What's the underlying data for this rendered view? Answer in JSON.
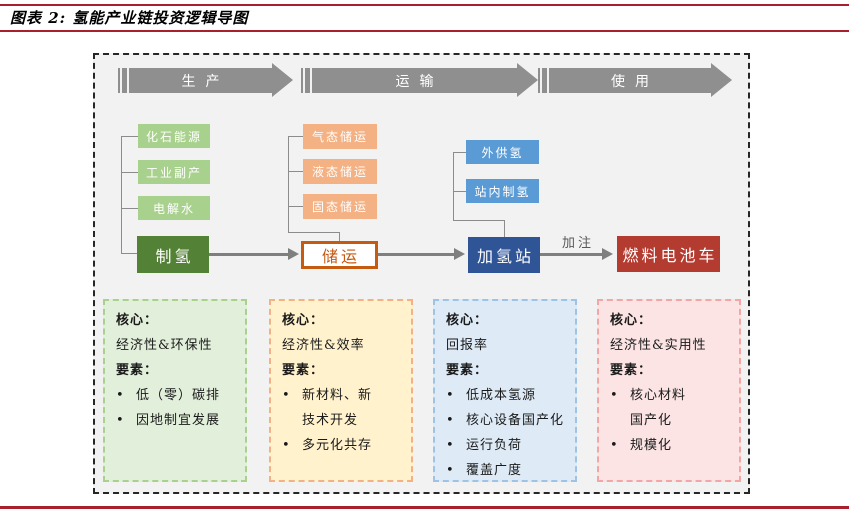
{
  "title": "图表 2: 氢能产业链投资逻辑导图",
  "bullet_marker": "•",
  "colors": {
    "rule_red": "#a9202d",
    "stage_gray": "#8f8f8f",
    "light_green": "#a9d18e",
    "dark_green": "#538135",
    "light_orange": "#f4b183",
    "orange": "#c55a11",
    "light_blue": "#5b9bd5",
    "dark_blue": "#2f5597",
    "brick_red": "#b43b30",
    "canvas_bg": "#f2f2f2"
  },
  "stages": [
    {
      "label": "生产"
    },
    {
      "label": "运输"
    },
    {
      "label": "使用"
    }
  ],
  "production": {
    "sources": [
      "化石能源",
      "工业副产",
      "电解水"
    ],
    "node": "制氢"
  },
  "storage": {
    "sources": [
      "气态储运",
      "液态储运",
      "固态储运"
    ],
    "node": "储运"
  },
  "refueling": {
    "sources": [
      "外供氢",
      "站内制氢"
    ],
    "node": "加氢站"
  },
  "final": {
    "arrow_label": "加注",
    "node": "燃料电池车"
  },
  "panels": [
    {
      "core_label": "核心：",
      "core_value": "经济性&环保性",
      "elements_label": "要素：",
      "bullets": [
        "低（零）碳排",
        "因地制宜发展"
      ]
    },
    {
      "core_label": "核心：",
      "core_value": "经济性&效率",
      "elements_label": "要素：",
      "bullets": [
        "新材料、新\n技术开发",
        "多元化共存"
      ]
    },
    {
      "core_label": "核心：",
      "core_value": "回报率",
      "elements_label": "要素：",
      "bullets": [
        "低成本氢源",
        "核心设备国产化",
        "运行负荷",
        "覆盖广度"
      ]
    },
    {
      "core_label": "核心：",
      "core_value": "经济性&实用性",
      "elements_label": "要素：",
      "bullets": [
        "核心材料\n国产化",
        "规模化"
      ]
    }
  ]
}
